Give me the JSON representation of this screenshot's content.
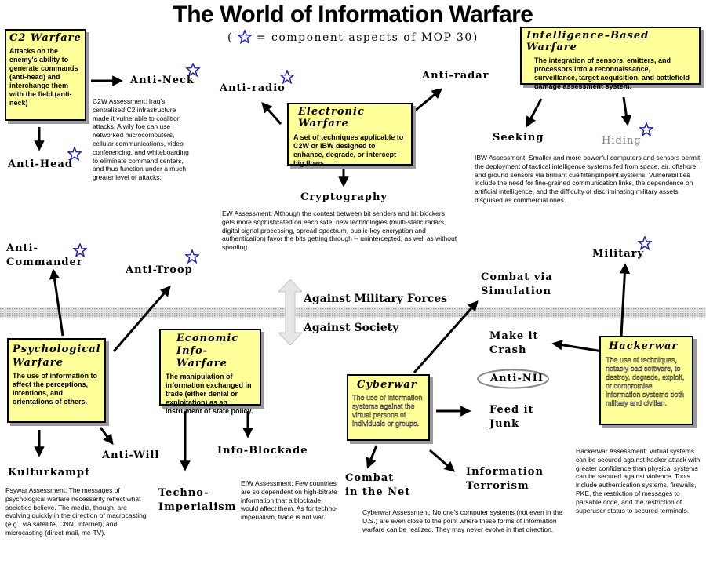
{
  "title": "The World of Information Warfare",
  "subtitle": {
    "open": "(",
    "text": "= component aspects of MOP-30)"
  },
  "band": {
    "military": "Against Military Forces",
    "society": "Against Society"
  },
  "boxes": {
    "c2": {
      "title": "C2 Warfare",
      "desc": "Attacks on the enemy's ability to generate commands (anti-head) and interchange them with the field (anti-neck)"
    },
    "ew": {
      "title": "Electronic Warfare",
      "desc": "A set of techniques applicable to C2W or IBW designed to enhance, degrade, or intercept big flows."
    },
    "ibw": {
      "title": "Intelligence–Based Warfare",
      "desc": "The integration of sensors, emitters, and processors into a reconnaissance, surveillance, target acquisition, and battlefield damage assessment system."
    },
    "psy": {
      "title": "Psychological Warfare",
      "desc": "The use of information to affect the perceptions, intentions, and orientations of others."
    },
    "eco": {
      "title": "Economic Info-Warfare",
      "desc": "The manipulation of information exchanged in trade (either denial or exploitation) as an instrument of state policy."
    },
    "cyber": {
      "title": "Cyberwar",
      "desc": "The use of information systems against the virtual persons of individuals or groups."
    },
    "hacker": {
      "title": "Hackerwar",
      "desc": "The use of techniques, notably bad software, to destroy, degrade, exploit, or compromise information systems both military and civilian."
    }
  },
  "nodes": {
    "anti_neck": "Anti-Neck",
    "anti_head": "Anti-Head",
    "anti_radio": "Anti-radio",
    "anti_radar": "Anti-radar",
    "cryptography": "Cryptography",
    "seeking": "Seeking",
    "hiding": "Hiding",
    "anti_commander": "Anti-\nCommander",
    "anti_troop": "Anti-Troop",
    "military": "Military",
    "combat_sim": "Combat via\nSimulation",
    "make_crash": "Make it\nCrash",
    "anti_nii": "Anti-NII",
    "feed_junk": "Feed it\nJunk",
    "kulturkampf": "Kulturkampf",
    "anti_will": "Anti-Will",
    "techno": "Techno-\nImperialism",
    "info_blockade": "Info-Blockade",
    "combat_net": "Combat\nin the Net",
    "info_terror": "Information\nTerrorism"
  },
  "assessments": {
    "c2w": "C2W Assessment: Iraq's centralized C2 infrastructure made it vulnerable to coalition attacks. A wily foe can use networked microcomputers, cellular communications, video conferencing, and whiteboarding to eliminate command centers, and thus function under a much greater level of attacks.",
    "ew": "EW Assessment: Although the contest between bit senders and bit blockers gets more sophisticated on each side, new technologies (multi-static radars, digital signal processing, spread-spectrum, public-key encryption and authentication) favor the bits getting through -- unintercepted, as well as without spoofing.",
    "ibw": "IBW Assessment: Smaller and more powerful computers and sensors permit the deployment of tactical intelligence systems fed from space, air, offshore, and ground sensors via brilliant cuelfilter/pinpoint systems. Vulnerabilities include the need for fine-grained communication links, the dependence on artificial intelligence, and the difficulty of discriminating military assets disguised as commercial ones.",
    "psy": "Psywar Assessment: The messages of psychological warfare necessarily reflect what societies believe. The media, though, are evolving quickly in the direction of macrocasting (e.g., via satellite, CNN, Internet), and microcasting (direct-mail, me-TV).",
    "eiw": "EIW Assessment: Few countries are so dependent on high-bitrate information that a blockade would affect them. As for techno-imperialism, trade is not war.",
    "cyber": "Cyberwar Assessment: No one's computer systems (not even in the U.S.) are even close to the point where these forms of information warfare can be realized. They may never evolve in that direction.",
    "hacker": "Hackerwar Assessment: Virtual systems can be secured against hacker attack with greater confidence than physical systems can be secured against violence. Tools include authentication systems, firewalls, PKE, the restriction of messages to parsable code, and the restriction of superuser status to secured terminals."
  },
  "colors": {
    "box_fill": "#ffff99",
    "star": "#1a1aa8",
    "band": "#bfbfbf",
    "shadow": "#9a9a9a"
  },
  "icons": {
    "star": "star-icon",
    "band_arrow": "double-arrow-icon"
  }
}
